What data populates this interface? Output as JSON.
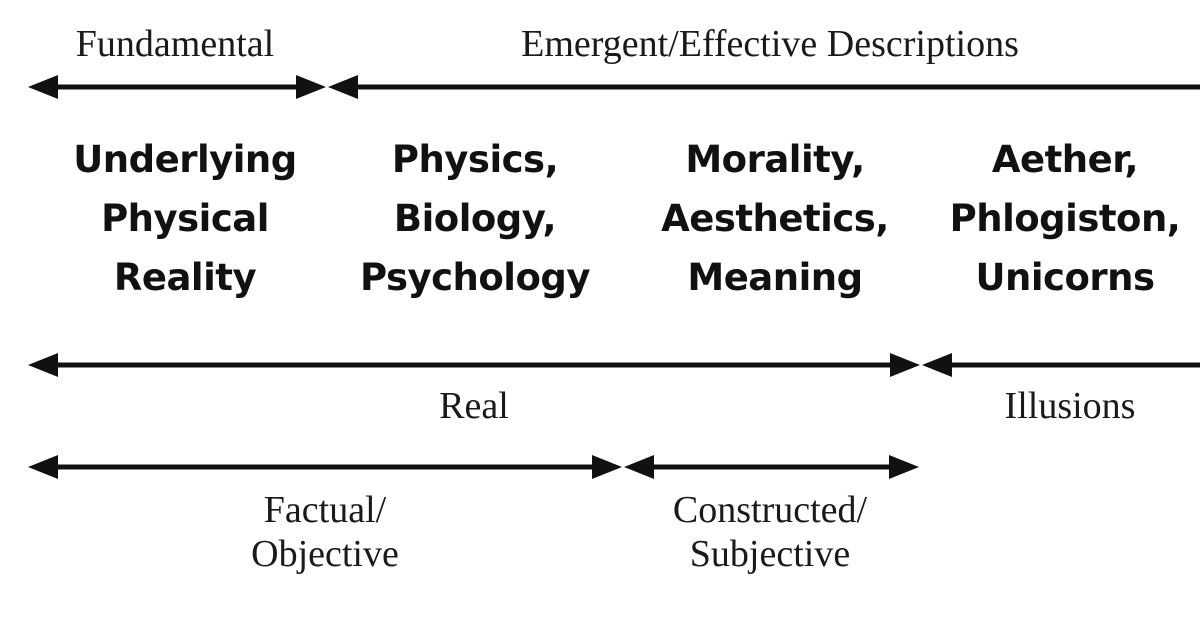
{
  "scale_labels": {
    "fundamental": "Fundamental",
    "emergent": "Emergent/Effective Descriptions",
    "real": "Real",
    "illusions": "Illusions",
    "factual": [
      "Factual/",
      "Objective"
    ],
    "constructed": [
      "Constructed/",
      "Subjective"
    ]
  },
  "categories": [
    [
      "Underlying",
      "Physical",
      "Reality"
    ],
    [
      "Physics,",
      "Biology,",
      "Psychology"
    ],
    [
      "Morality,",
      "Aesthetics,",
      "Meaning"
    ],
    [
      "Aether,",
      "Phlogiston,",
      "Unicorns"
    ]
  ],
  "colors": {
    "ink": "#111111",
    "background": "#ffffff"
  }
}
